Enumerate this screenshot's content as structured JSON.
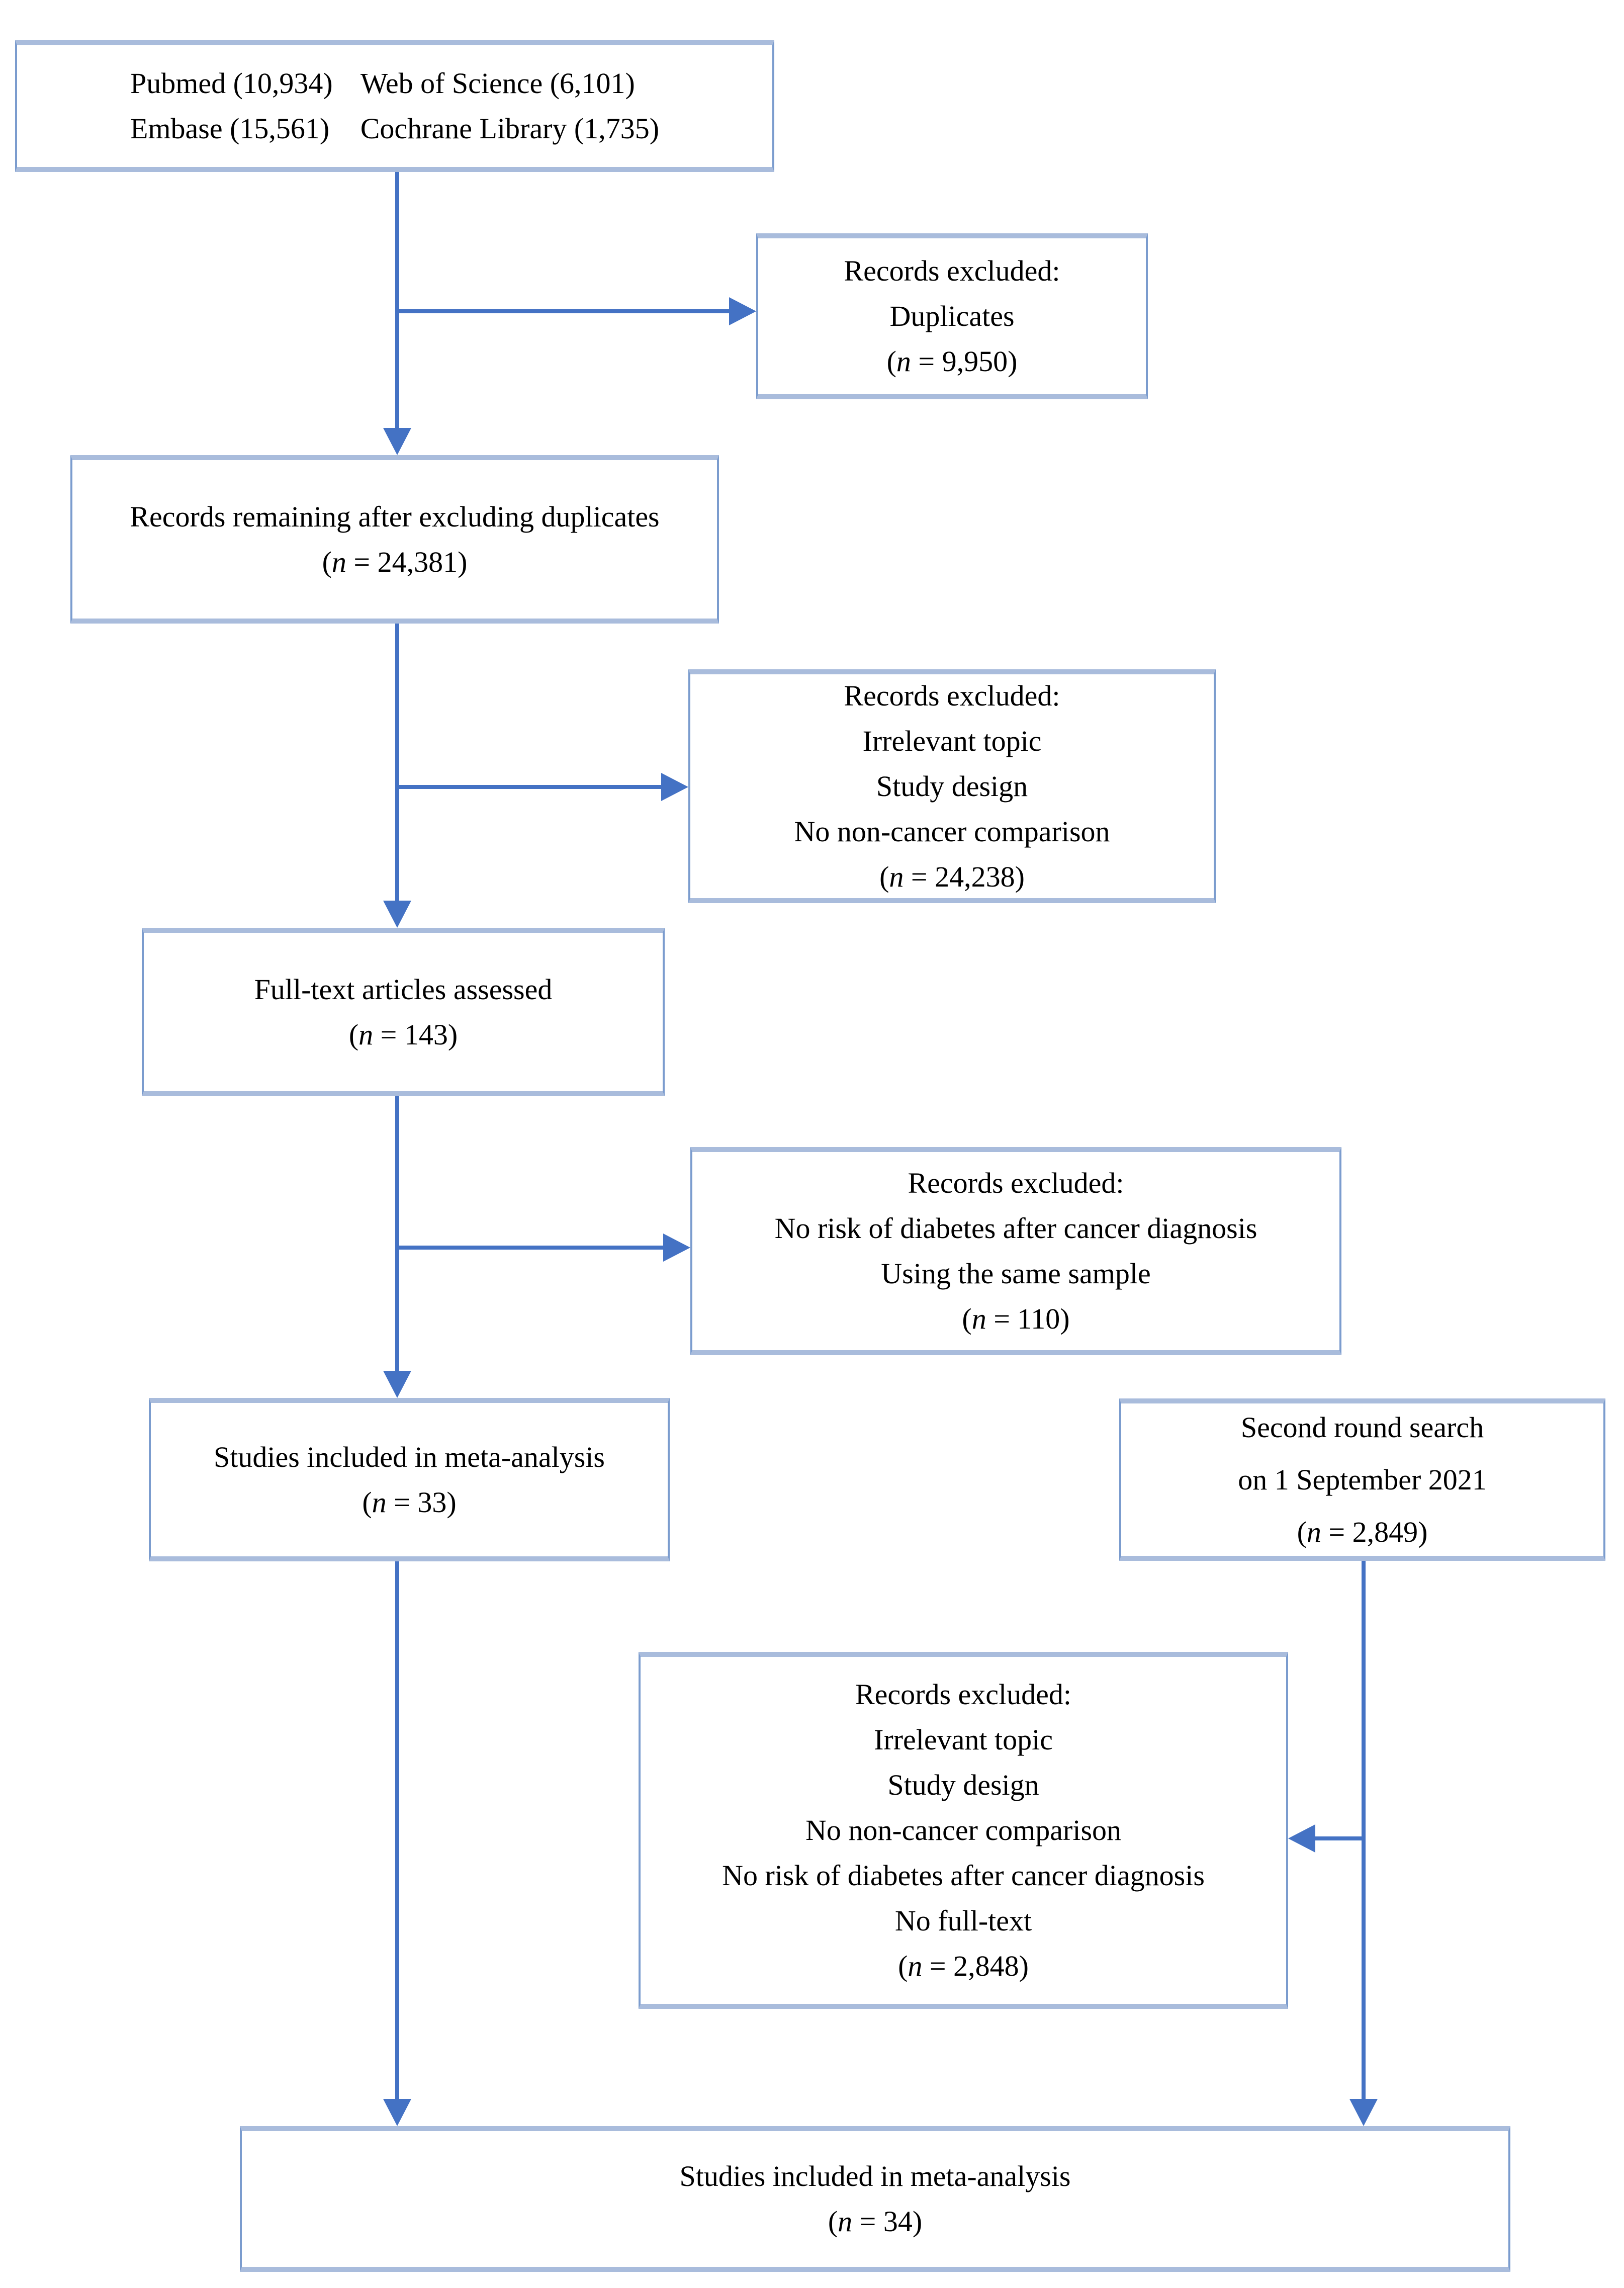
{
  "diagram": {
    "kind": "study-selection-flowchart",
    "colors": {
      "arrow": "#4472c4",
      "box_border_side": "#7b9cce",
      "box_border_horizontal": "#a9bcdc",
      "text": "#000000",
      "background": "#ffffff"
    },
    "boxes": {
      "sources": {
        "col1": [
          "Pubmed (10,934)",
          "Embase (15,561)"
        ],
        "col2": [
          "Web of Science (6,101)",
          "Cochrane Library (1,735)"
        ]
      },
      "excluded_duplicates": {
        "lines": [
          "Records excluded:",
          "Duplicates"
        ],
        "count": "(n = 9,950)"
      },
      "remaining": {
        "lines": [
          "Records remaining after excluding duplicates"
        ],
        "count": "(n = 24,381)"
      },
      "excluded_screening": {
        "lines": [
          "Records excluded:",
          "Irrelevant topic",
          "Study design",
          "No non-cancer comparison"
        ],
        "count": "(n = 24,238)"
      },
      "fulltext": {
        "lines": [
          "Full-text articles assessed"
        ],
        "count": "(n = 143)"
      },
      "excluded_fulltext": {
        "lines": [
          "Records excluded:",
          "No risk of diabetes after cancer diagnosis",
          "Using the same sample"
        ],
        "count": "(n = 110)"
      },
      "included_first": {
        "lines": [
          "Studies included in meta-analysis"
        ],
        "count": "(n = 33)"
      },
      "second_round": {
        "lines": [
          "Second round search",
          "on 1 September 2021"
        ],
        "count": "(n = 2,849)"
      },
      "excluded_second": {
        "lines": [
          "Records excluded:",
          "Irrelevant topic",
          "Study design",
          "No non-cancer comparison",
          "No risk of diabetes after cancer diagnosis",
          "No full-text"
        ],
        "count": "(n = 2,848)"
      },
      "included_final": {
        "lines": [
          "Studies included in meta-analysis"
        ],
        "count": "(n = 34)"
      }
    },
    "flow": [
      {
        "from": "sources",
        "to": "remaining"
      },
      {
        "from": "sources",
        "to": "excluded_duplicates"
      },
      {
        "from": "remaining",
        "to": "fulltext"
      },
      {
        "from": "remaining",
        "to": "excluded_screening"
      },
      {
        "from": "fulltext",
        "to": "included_first"
      },
      {
        "from": "fulltext",
        "to": "excluded_fulltext"
      },
      {
        "from": "included_first",
        "to": "included_final"
      },
      {
        "from": "second_round",
        "to": "excluded_second"
      },
      {
        "from": "second_round",
        "to": "included_final"
      }
    ]
  }
}
